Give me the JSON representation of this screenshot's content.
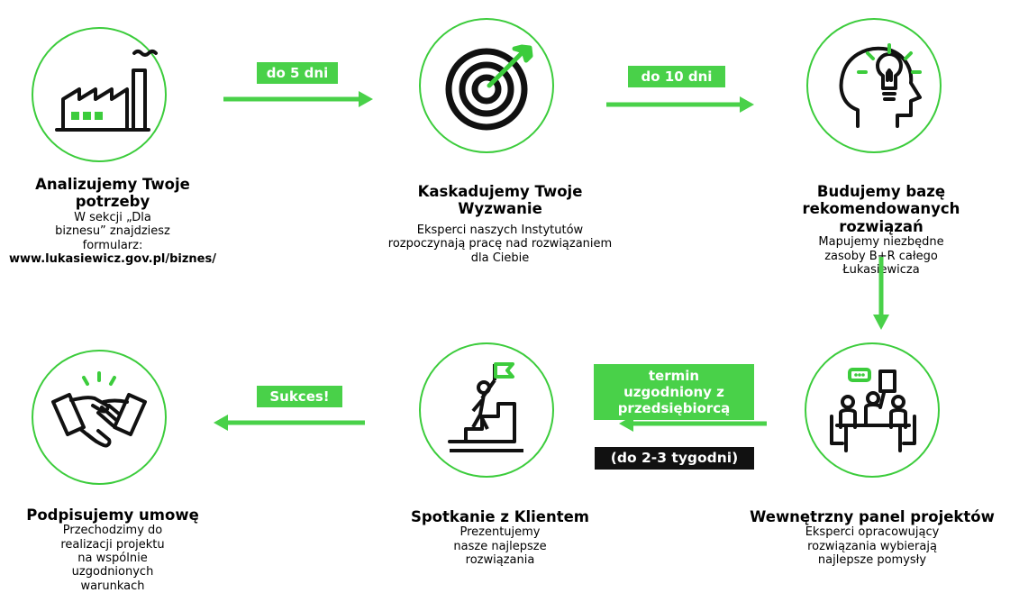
{
  "colors": {
    "accent": "#49d149",
    "stroke": "#111111",
    "dark_label": "#111111"
  },
  "steps": [
    {
      "title": "Analizujemy Twoje potrzeby",
      "desc": "W sekcji „Dla biznesu” znajdziesz formularz:",
      "link": "www.lukasiewicz.gov.pl/biznes/",
      "icon": "factory-icon"
    },
    {
      "title": "Kaskadujemy Twoje Wyzwanie",
      "desc": "Eksperci naszych Instytutów rozpoczynają pracę nad rozwiązaniem dla Ciebie",
      "icon": "target-icon"
    },
    {
      "title": "Budujemy bazę rekomendowanych rozwiązań",
      "desc": "Mapujemy niezbędne zasoby B+R całego Łukasiewicza",
      "icon": "head-lightbulb-icon"
    },
    {
      "title": "Wewnętrzny panel projektów",
      "desc": "Eksperci opracowujący rozwiązania wybierają najlepsze pomysły",
      "icon": "team-meeting-icon"
    },
    {
      "title": "Spotkanie z Klientem",
      "desc": "Prezentujemy nasze najlepsze rozwiązania",
      "icon": "climber-flag-icon"
    },
    {
      "title": "Podpisujemy umowę",
      "desc": "Przechodzimy do realizacji projektu na wspólnie uzgodnionych warunkach",
      "icon": "handshake-icon"
    }
  ],
  "arrows": [
    {
      "label": "do 5 dni"
    },
    {
      "label": "do 10 dni"
    },
    {
      "label": "termin uzgodniony z przedsiębiorcą",
      "sub_label": "(do 2-3 tygodni)"
    },
    {
      "label": "Sukces!"
    }
  ]
}
